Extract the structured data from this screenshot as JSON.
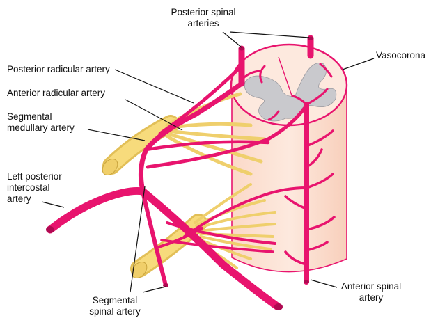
{
  "diagram": {
    "labels": {
      "posterior_spinal_arteries": [
        "Posterior spinal",
        "arteries"
      ],
      "vasocorona": "Vasocorona",
      "posterior_radicular_artery": "Posterior radicular artery",
      "anterior_radicular_artery": "Anterior radicular artery",
      "segmental_medullary_artery": [
        "Segmental",
        "medullary artery"
      ],
      "left_posterior_intercostal_artery": [
        "Left posterior",
        "intercostal",
        "artery"
      ],
      "segmental_spinal_artery": [
        "Segmental",
        "spinal artery"
      ],
      "anterior_spinal_artery": [
        "Anterior spinal",
        "artery"
      ]
    },
    "colors": {
      "artery": "#e8146e",
      "artery_dark": "#b00a52",
      "cord": "#fde3d6",
      "grey_matter": "#c8c8cc",
      "nerve": "#f5d77a",
      "nerve_dark": "#d9b84e"
    }
  }
}
